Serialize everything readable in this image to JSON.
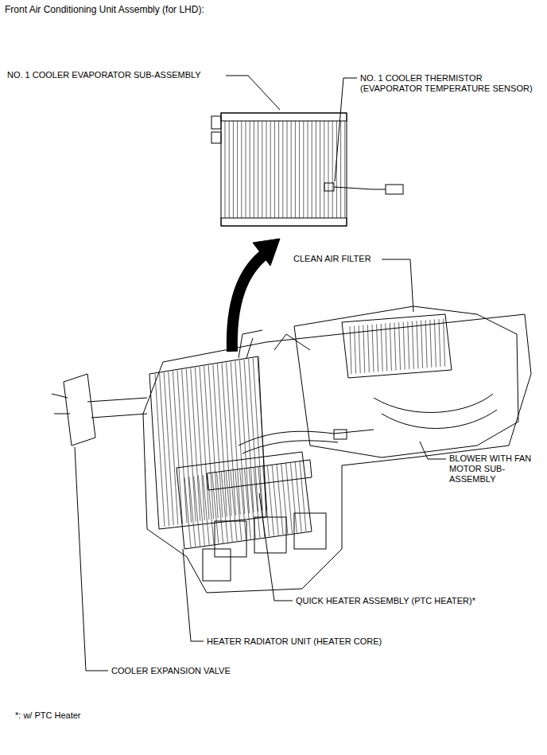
{
  "diagram": {
    "title": "Front Air Conditioning Unit Assembly (for LHD):",
    "labels": [
      "NO. 1 COOLER EVAPORATOR SUB-ASSEMBLY",
      "NO. 1 COOLER THERMISTOR (EVAPORATOR TEMPERATURE SENSOR)",
      "CLEAN AIR FILTER",
      "BLOWER WITH FAN MOTOR SUB-ASSEMBLY",
      "QUICK HEATER ASSEMBLY (PTC HEATER)*",
      "HEATER RADIATOR UNIT (HEATER CORE)",
      "COOLER EXPANSION VALVE",
      "*: w/ PTC Heater"
    ]
  }
}
